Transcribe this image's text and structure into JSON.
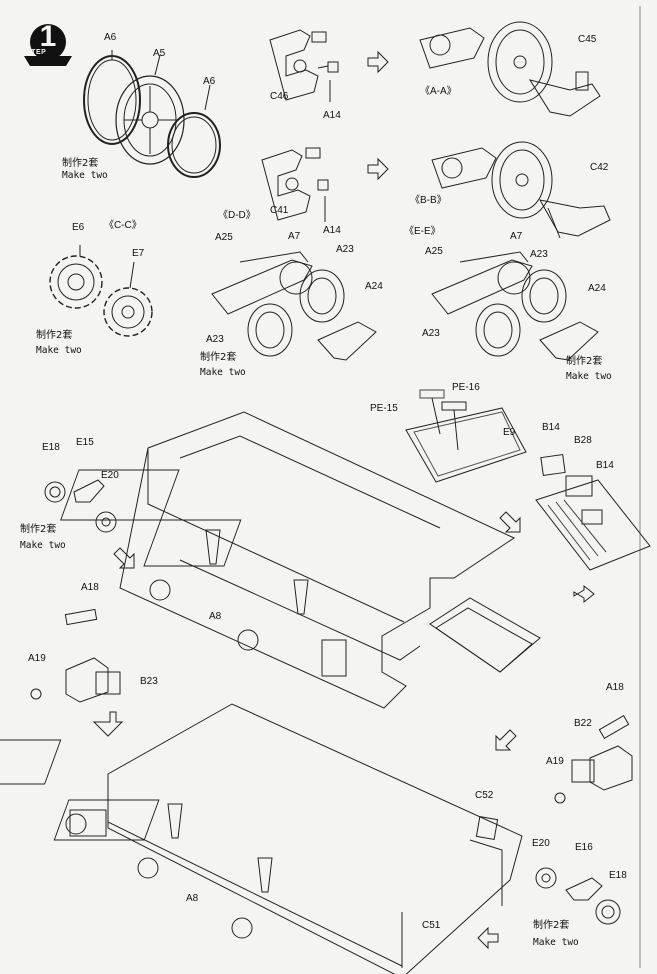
{
  "step": {
    "number": "1",
    "word": "STEP"
  },
  "labels": {
    "a6_top": "A6",
    "a5": "A5",
    "a6_right": "A6",
    "make_two_1_cn": "制作2套",
    "make_two_1_en": "Make two",
    "c46": "C46",
    "a14_1": "A14",
    "aa": "《A-A》",
    "c45": "C45",
    "c41": "C41",
    "a14_2": "A14",
    "bb": "《B-B》",
    "c42": "C42",
    "cc": "《C-C》",
    "e6": "E6",
    "e7": "E7",
    "make_two_2_cn": "制作2套",
    "make_two_2_en": "Make two",
    "dd": "《D-D》",
    "a25_l": "A25",
    "a7_l": "A7",
    "a23_l_top": "A23",
    "a24_l": "A24",
    "a23_l_bot": "A23",
    "make_two_3_cn": "制作2套",
    "make_two_3_en": "Make two",
    "ee": "《E-E》",
    "a25_r": "A25",
    "a7_r": "A7",
    "a23_r_top": "A23",
    "a24_r": "A24",
    "a23_r_bot": "A23",
    "make_two_4_cn": "制作2套",
    "make_two_4_en": "Make two",
    "pe16": "PE-16",
    "pe15": "PE-15",
    "e9": "E9",
    "b14_a": "B14",
    "b28": "B28",
    "b14_b": "B14",
    "e18_l": "E18",
    "e15": "E15",
    "e20_l": "E20",
    "make_two_5_cn": "制作2套",
    "make_two_5_en": "Make two",
    "a8_top": "A8",
    "a18_l": "A18",
    "a19_l": "A19",
    "b23": "B23",
    "a18_r": "A18",
    "b22": "B22",
    "a19_r": "A19",
    "c52": "C52",
    "a8_bot": "A8",
    "c51": "C51",
    "e20_r": "E20",
    "e16": "E16",
    "e18_r": "E18",
    "make_two_6_cn": "制作2套",
    "make_two_6_en": "Make two"
  }
}
